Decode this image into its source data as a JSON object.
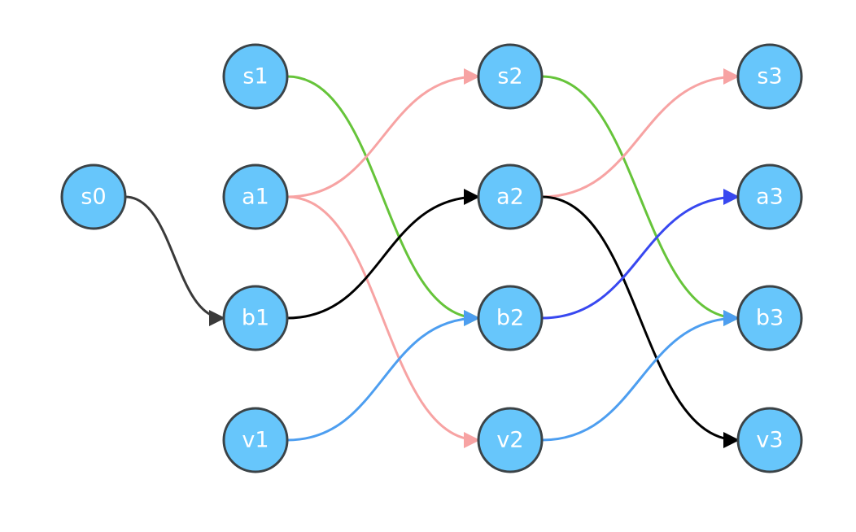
{
  "colors": {
    "node_fill": "#67c6fb",
    "node_stroke": "#3b4347",
    "label": "#ffffff",
    "edge_dark": "#3a3a3a",
    "edge_black": "#000000",
    "edge_green": "#66c43a",
    "edge_pink": "#f7a3a3",
    "edge_blue": "#4d9ef0",
    "edge_royal": "#3848f0"
  },
  "nodes": [
    {
      "id": "s0",
      "label": "s0"
    },
    {
      "id": "s1",
      "label": "s1"
    },
    {
      "id": "a1",
      "label": "a1"
    },
    {
      "id": "b1",
      "label": "b1"
    },
    {
      "id": "v1",
      "label": "v1"
    },
    {
      "id": "s2",
      "label": "s2"
    },
    {
      "id": "a2",
      "label": "a2"
    },
    {
      "id": "b2",
      "label": "b2"
    },
    {
      "id": "v2",
      "label": "v2"
    },
    {
      "id": "s3",
      "label": "s3"
    },
    {
      "id": "a3",
      "label": "a3"
    },
    {
      "id": "b3",
      "label": "b3"
    },
    {
      "id": "v3",
      "label": "v3"
    }
  ],
  "edges": [
    {
      "from": "s0",
      "to": "b1",
      "color": "edge_dark"
    },
    {
      "from": "s1",
      "to": "b2",
      "color": "edge_green"
    },
    {
      "from": "a1",
      "to": "s2",
      "color": "edge_pink"
    },
    {
      "from": "a1",
      "to": "v2",
      "color": "edge_pink"
    },
    {
      "from": "b1",
      "to": "a2",
      "color": "edge_black"
    },
    {
      "from": "v1",
      "to": "b2",
      "color": "edge_blue"
    },
    {
      "from": "s2",
      "to": "b3",
      "color": "edge_green"
    },
    {
      "from": "a2",
      "to": "s3",
      "color": "edge_pink"
    },
    {
      "from": "a2",
      "to": "v3",
      "color": "edge_black"
    },
    {
      "from": "b2",
      "to": "a3",
      "color": "edge_royal"
    },
    {
      "from": "v2",
      "to": "b3",
      "color": "edge_blue"
    }
  ]
}
